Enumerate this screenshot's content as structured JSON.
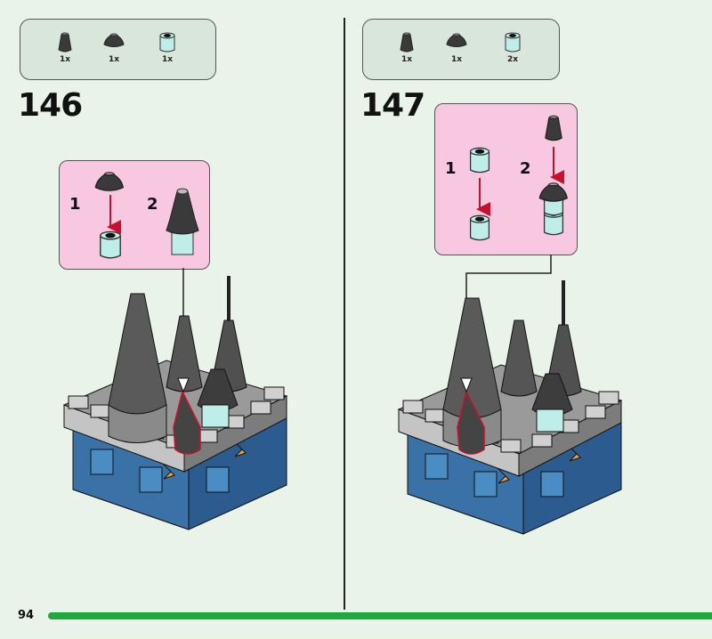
{
  "page_number": "94",
  "colors": {
    "accent_bar": "#1fa83b",
    "callout_bg": "#f7c8e0",
    "parts_bg": "#d9e6dc",
    "arrow": "#c8102e"
  },
  "steps": [
    {
      "number": "146",
      "parts": [
        {
          "icon": "cone-icon",
          "qty": "1x"
        },
        {
          "icon": "dome-icon",
          "qty": "1x"
        },
        {
          "icon": "trans-round-brick-icon",
          "qty": "1x"
        }
      ],
      "substeps": [
        "1",
        "2"
      ]
    },
    {
      "number": "147",
      "parts": [
        {
          "icon": "cone-icon",
          "qty": "1x"
        },
        {
          "icon": "dome-icon",
          "qty": "1x"
        },
        {
          "icon": "trans-round-brick-icon",
          "qty": "2x"
        }
      ],
      "substeps": [
        "1",
        "2"
      ]
    }
  ]
}
